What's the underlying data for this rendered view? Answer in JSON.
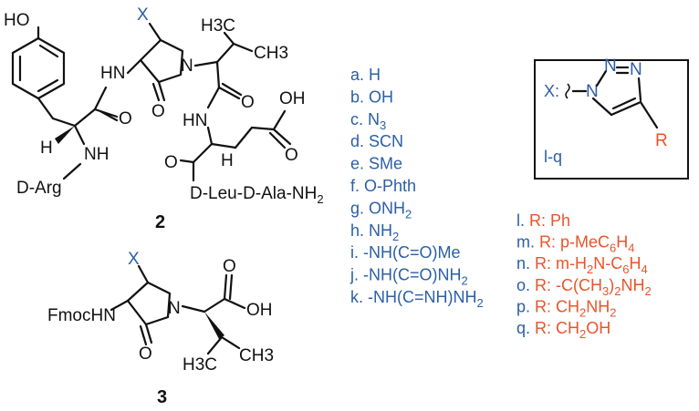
{
  "compound2": {
    "number": "2",
    "labels": {
      "ho": "HO",
      "x": "X",
      "h3c": "H3C",
      "ch3": "CH3",
      "nh_left": "HN",
      "n_ring": "N",
      "o_left": "O",
      "o_mid": "O",
      "o_right": "O",
      "hn_right": "HN",
      "oh": "OH",
      "h_left": "H",
      "nh_bottom": "NH",
      "d_arg": "D-Arg",
      "o_bottom": "O",
      "h_bottom": "H",
      "o_acid": "O",
      "chain": "D-Leu-D-Ala-NH2"
    }
  },
  "compound3": {
    "number": "3",
    "labels": {
      "x": "X",
      "fmochn": "FmocHN",
      "n_ring": "N",
      "o_ring": "O",
      "o_acid": "O",
      "oh": "OH",
      "h3c": "H3C",
      "ch3": "CH3"
    }
  },
  "substituents": [
    {
      "key": "a.",
      "value": "H"
    },
    {
      "key": "b.",
      "value": "OH"
    },
    {
      "key": "c.",
      "value": "N3"
    },
    {
      "key": "d.",
      "value": "SCN"
    },
    {
      "key": "e.",
      "value": "SMe"
    },
    {
      "key": "f.",
      "value": "O-Phth"
    },
    {
      "key": "g.",
      "value": "ONH2"
    },
    {
      "key": "h.",
      "value": "NH2"
    },
    {
      "key": "i.",
      "value": "-NH(C=O)Me"
    },
    {
      "key": "j.",
      "value": "-NH(C=O)NH2"
    },
    {
      "key": "k.",
      "value": "-NH(C=NH)NH2"
    }
  ],
  "triazole_box": {
    "x_label": "X:",
    "n1": "N",
    "n2": "N",
    "n3": "N",
    "r": "R",
    "range_label": "l-q"
  },
  "r_groups": [
    {
      "key": "l.",
      "prefix": "R:",
      "value": "Ph"
    },
    {
      "key": "m.",
      "prefix": "R:",
      "value": "p-MeC6H4"
    },
    {
      "key": "n.",
      "prefix": "R:",
      "value": "m-H2N-C6H4"
    },
    {
      "key": "o.",
      "prefix": "R:",
      "value": "-C(CH3)2NH2"
    },
    {
      "key": "p.",
      "prefix": "R:",
      "value": "CH2NH2"
    },
    {
      "key": "q.",
      "prefix": "R:",
      "value": "CH2OH"
    }
  ],
  "colors": {
    "blue": "#2b5fa6",
    "orange": "#e8542a",
    "black": "#111111"
  }
}
